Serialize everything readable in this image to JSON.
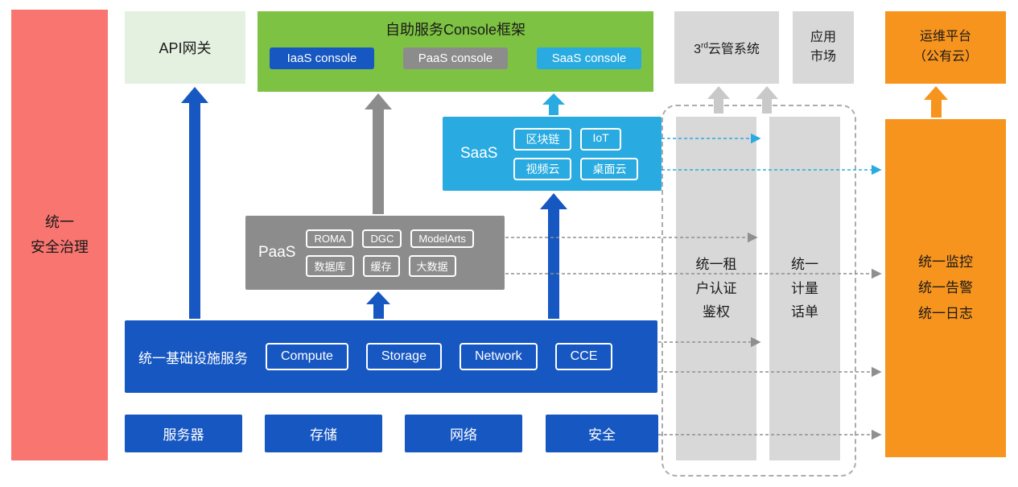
{
  "colors": {
    "red": "#F97570",
    "lightgreen": "#E4F1E0",
    "green": "#7DC242",
    "blue": "#1757C2",
    "gray": "#8C8C8C",
    "lightgray": "#D8D8D8",
    "cyan": "#29ABE2",
    "orange": "#F7941E",
    "arrowgray": "#C9C9C9",
    "dashgray": "#8F8F8F",
    "text": "#1A1A1A"
  },
  "security_bar": {
    "label": "统一\n安全治理"
  },
  "api_gateway": {
    "label": "API网关"
  },
  "console_framework": {
    "title": "自助服务Console框架",
    "consoles": [
      "IaaS console",
      "PaaS console",
      "SaaS console"
    ]
  },
  "third_party_cms": {
    "prefix": "3",
    "superscript": "rd",
    "suffix": "云管系统"
  },
  "app_market": {
    "label": "应用\n市场"
  },
  "om_platform": {
    "line1": "运维平台",
    "line2": "（公有云）"
  },
  "saas": {
    "label": "SaaS",
    "items": [
      "区块链",
      "IoT",
      "视频云",
      "桌面云"
    ]
  },
  "paas": {
    "label": "PaaS",
    "items": [
      "ROMA",
      "DGC",
      "ModelArts",
      "数据库",
      "缓存",
      "大数据"
    ]
  },
  "iaas": {
    "label": "统一基础设施服务",
    "items": [
      "Compute",
      "Storage",
      "Network",
      "CCE"
    ]
  },
  "hardware": [
    "服务器",
    "存储",
    "网络",
    "安全"
  ],
  "auth_bar": {
    "label": "统一租\n户认证\n鉴权"
  },
  "metering_bar": {
    "label": "统一\n计量\n话单"
  },
  "monitor_bar": {
    "label": "统一监控\n统一告警\n统一日志"
  }
}
